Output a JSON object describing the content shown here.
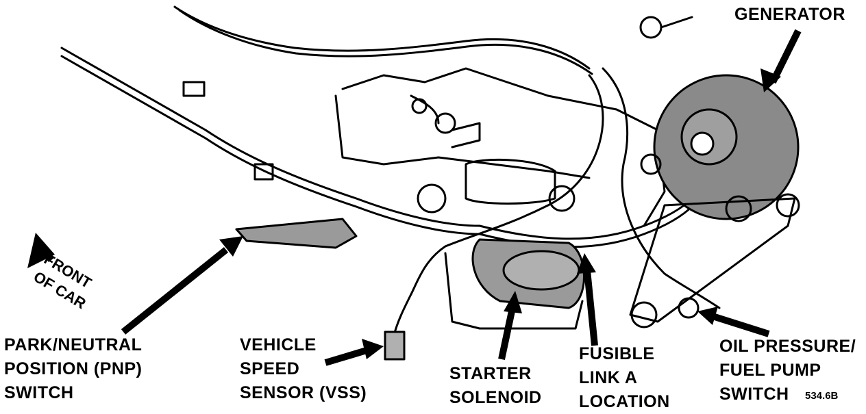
{
  "labels": {
    "generator": "GENERATOR",
    "pnp": [
      "PARK/NEUTRAL",
      "POSITION (PNP)",
      "SWITCH"
    ],
    "vss": [
      "VEHICLE",
      "SPEED",
      "SENSOR (VSS)"
    ],
    "starter": [
      "STARTER",
      "SOLENOID"
    ],
    "fusible": [
      "FUSIBLE",
      "LINK A",
      "LOCATION"
    ],
    "oil": [
      "OIL PRESSURE/",
      "FUEL PUMP",
      "SWITCH"
    ],
    "front": [
      "FRONT",
      "OF CAR"
    ],
    "figure_number": "534.6B"
  },
  "colors": {
    "ink": "#000000",
    "shade": "#8a8a8a",
    "paper": "#ffffff"
  }
}
